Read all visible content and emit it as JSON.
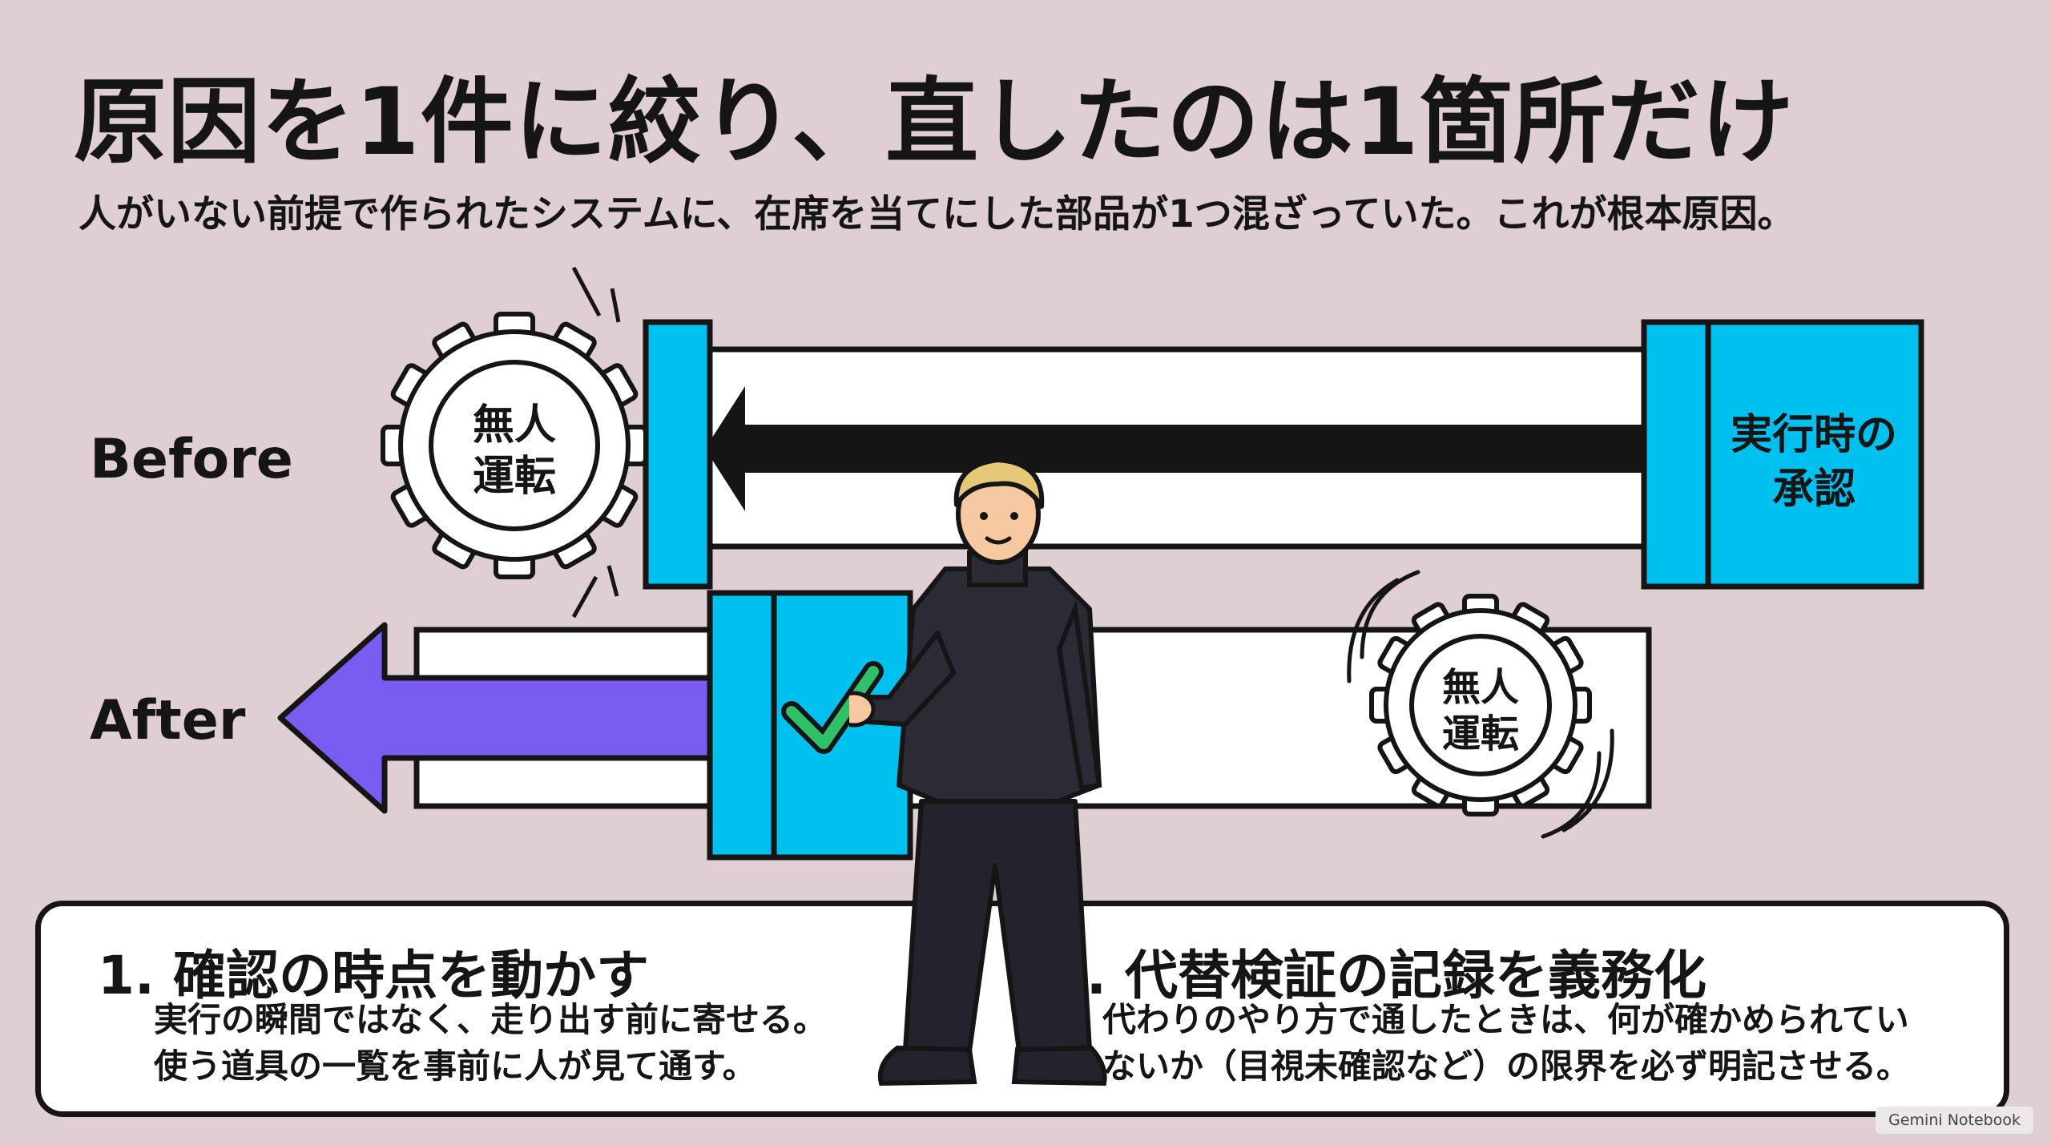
{
  "title": "原因を1件に絞り、直したのは1箇所だけ",
  "subtitle": "人がいない前提で作られたシステムに、在席を当てにした部品が1つ混ざっていた。これが根本原因。",
  "diagram": {
    "before": {
      "label": "Before",
      "gear_line1": "無人",
      "gear_line2": "運転",
      "block_line1": "実行時の",
      "block_line2": "承認"
    },
    "after": {
      "label": "After",
      "gear_line1": "無人",
      "gear_line2": "運転"
    }
  },
  "points": [
    {
      "title": "1. 確認の時点を動かす",
      "lines": [
        "実行の瞬間ではなく、走り出す前に寄せる。",
        "使う道具の一覧を事前に人が見て通す。"
      ]
    },
    {
      "title": "2. 代替検証の記録を義務化",
      "lines": [
        "代わりのやり方で通したときは、何が確かめられてい",
        "ないか（目視未確認など）の限界を必ず明記させる。"
      ]
    }
  ],
  "watermark": "Gemini Notebook",
  "colors": {
    "background": "#dfcfd2",
    "cyan": "#00c0ef",
    "purple": "#7b5cf0",
    "check_green": "#2fc06a",
    "ink": "#151515"
  }
}
